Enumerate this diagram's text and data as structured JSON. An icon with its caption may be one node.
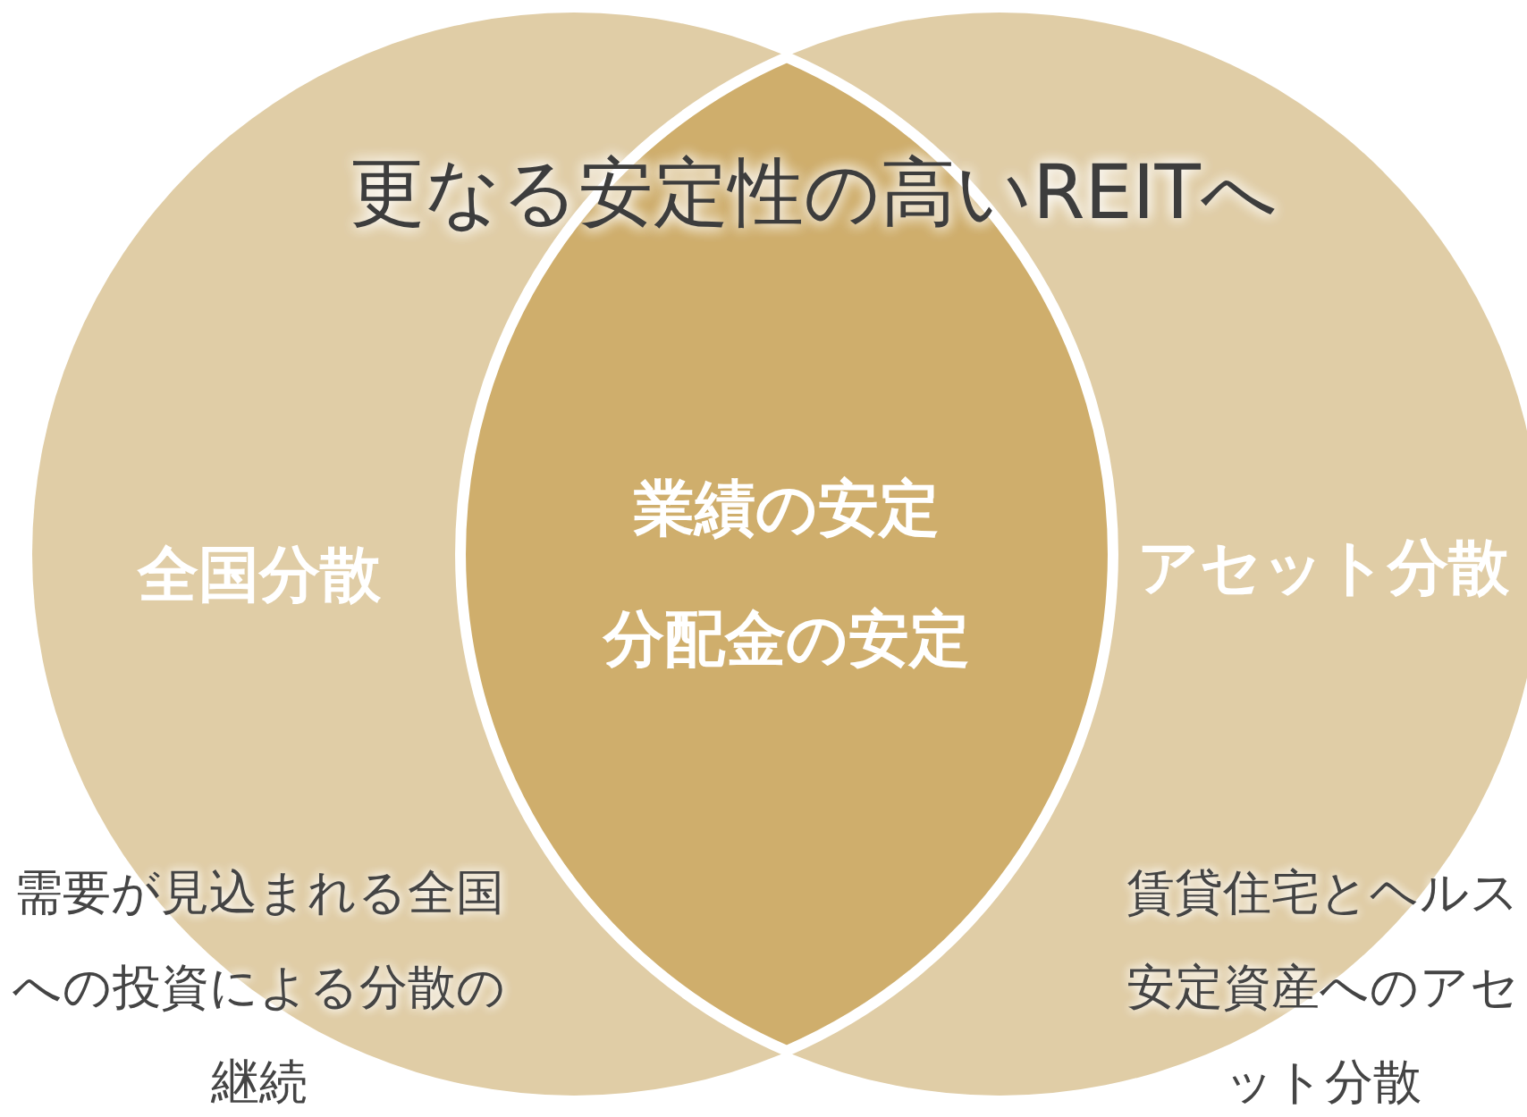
{
  "diagram": {
    "title": "更なる安定性の高いREITへ",
    "nodes": [
      {
        "text": [
          "全国分散",
          "需要が見込まれる全国への投資による分散の継続"
        ]
      },
      {
        "text": [
          "アセット分散",
          "賃貸住宅とヘルス安定資産へのアセット分散"
        ]
      },
      {
        "text": [
          "業績の安定",
          "分配金の安定"
        ]
      }
    ]
  }
}
